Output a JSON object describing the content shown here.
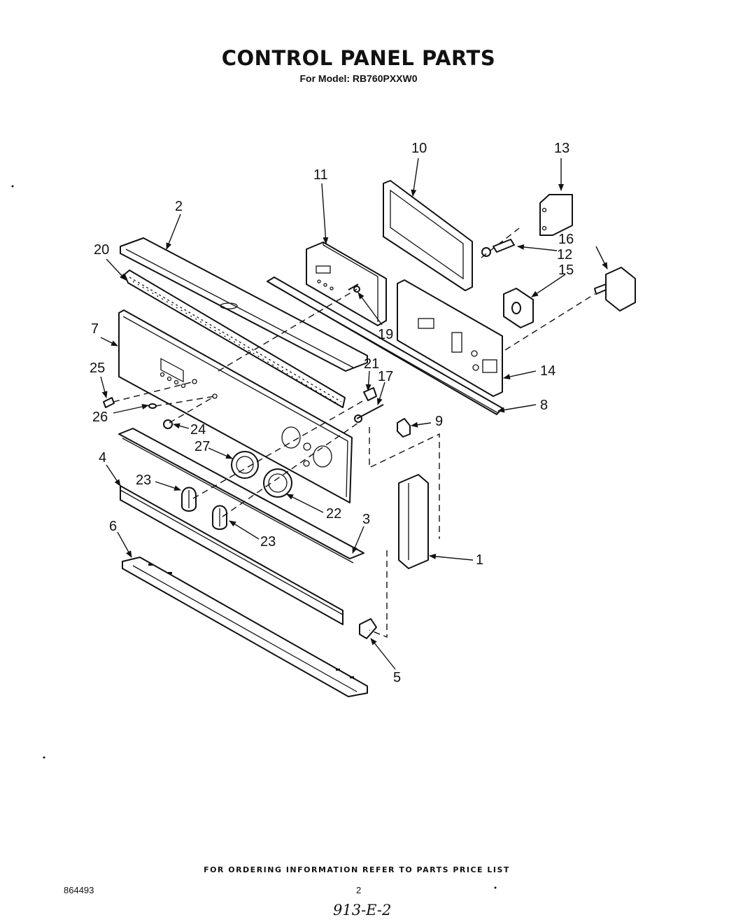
{
  "page": {
    "title": "CONTROL PANEL PARTS",
    "subtitle": "For Model: RB760PXXW0",
    "footer_note": "FOR ORDERING INFORMATION REFER TO PARTS PRICE LIST",
    "doc_number": "864493",
    "page_number": "2",
    "handwritten_code": "913-E-2"
  },
  "callouts": {
    "c1": "1",
    "c2": "2",
    "c3": "3",
    "c4": "4",
    "c5": "5",
    "c6": "6",
    "c7": "7",
    "c8": "8",
    "c9": "9",
    "c10": "10",
    "c11": "11",
    "c12": "12",
    "c13": "13",
    "c14": "14",
    "c15": "15",
    "c16": "16",
    "c17": "17",
    "c19": "19",
    "c20": "20",
    "c21": "21",
    "c22": "22",
    "c23a": "23",
    "c23b": "23",
    "c24": "24",
    "c25": "25",
    "c26": "26",
    "c27": "27"
  }
}
